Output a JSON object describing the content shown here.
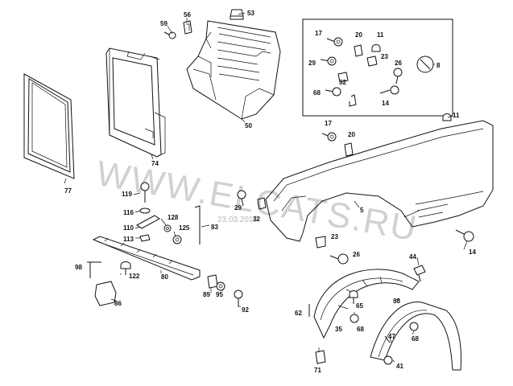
{
  "watermark": {
    "text": "WWW.ELCATS.RU",
    "date": "23.03.2010"
  },
  "parts": {
    "p59": "59",
    "p56": "56",
    "p53": "53",
    "p50": "50",
    "p74": "74",
    "p77": "77",
    "p17a": "17",
    "p20a": "20",
    "p11a": "11",
    "p29a": "29",
    "p26a": "26",
    "p23a": "23",
    "p8": "8",
    "p32a": "32",
    "p68a": "68",
    "p14a": "14",
    "p11b": "11",
    "p17b": "17",
    "p20b": "20",
    "p5": "5",
    "p119": "119",
    "p116": "116",
    "p128": "128",
    "p110": "110",
    "p125": "125",
    "p113": "113",
    "p83": "83",
    "p29b": "29",
    "p32b": "32",
    "p23b": "23",
    "p26b": "26",
    "p14b": "14",
    "p98": "98",
    "p122": "122",
    "p80": "80",
    "p86": "86",
    "p89": "89",
    "p95": "95",
    "p92": "92",
    "p44": "44",
    "p62": "62",
    "p65": "65",
    "p38": "38",
    "p35": "35",
    "p68b": "68",
    "p47": "47",
    "p68c": "68",
    "p71": "71",
    "p41": "41"
  }
}
